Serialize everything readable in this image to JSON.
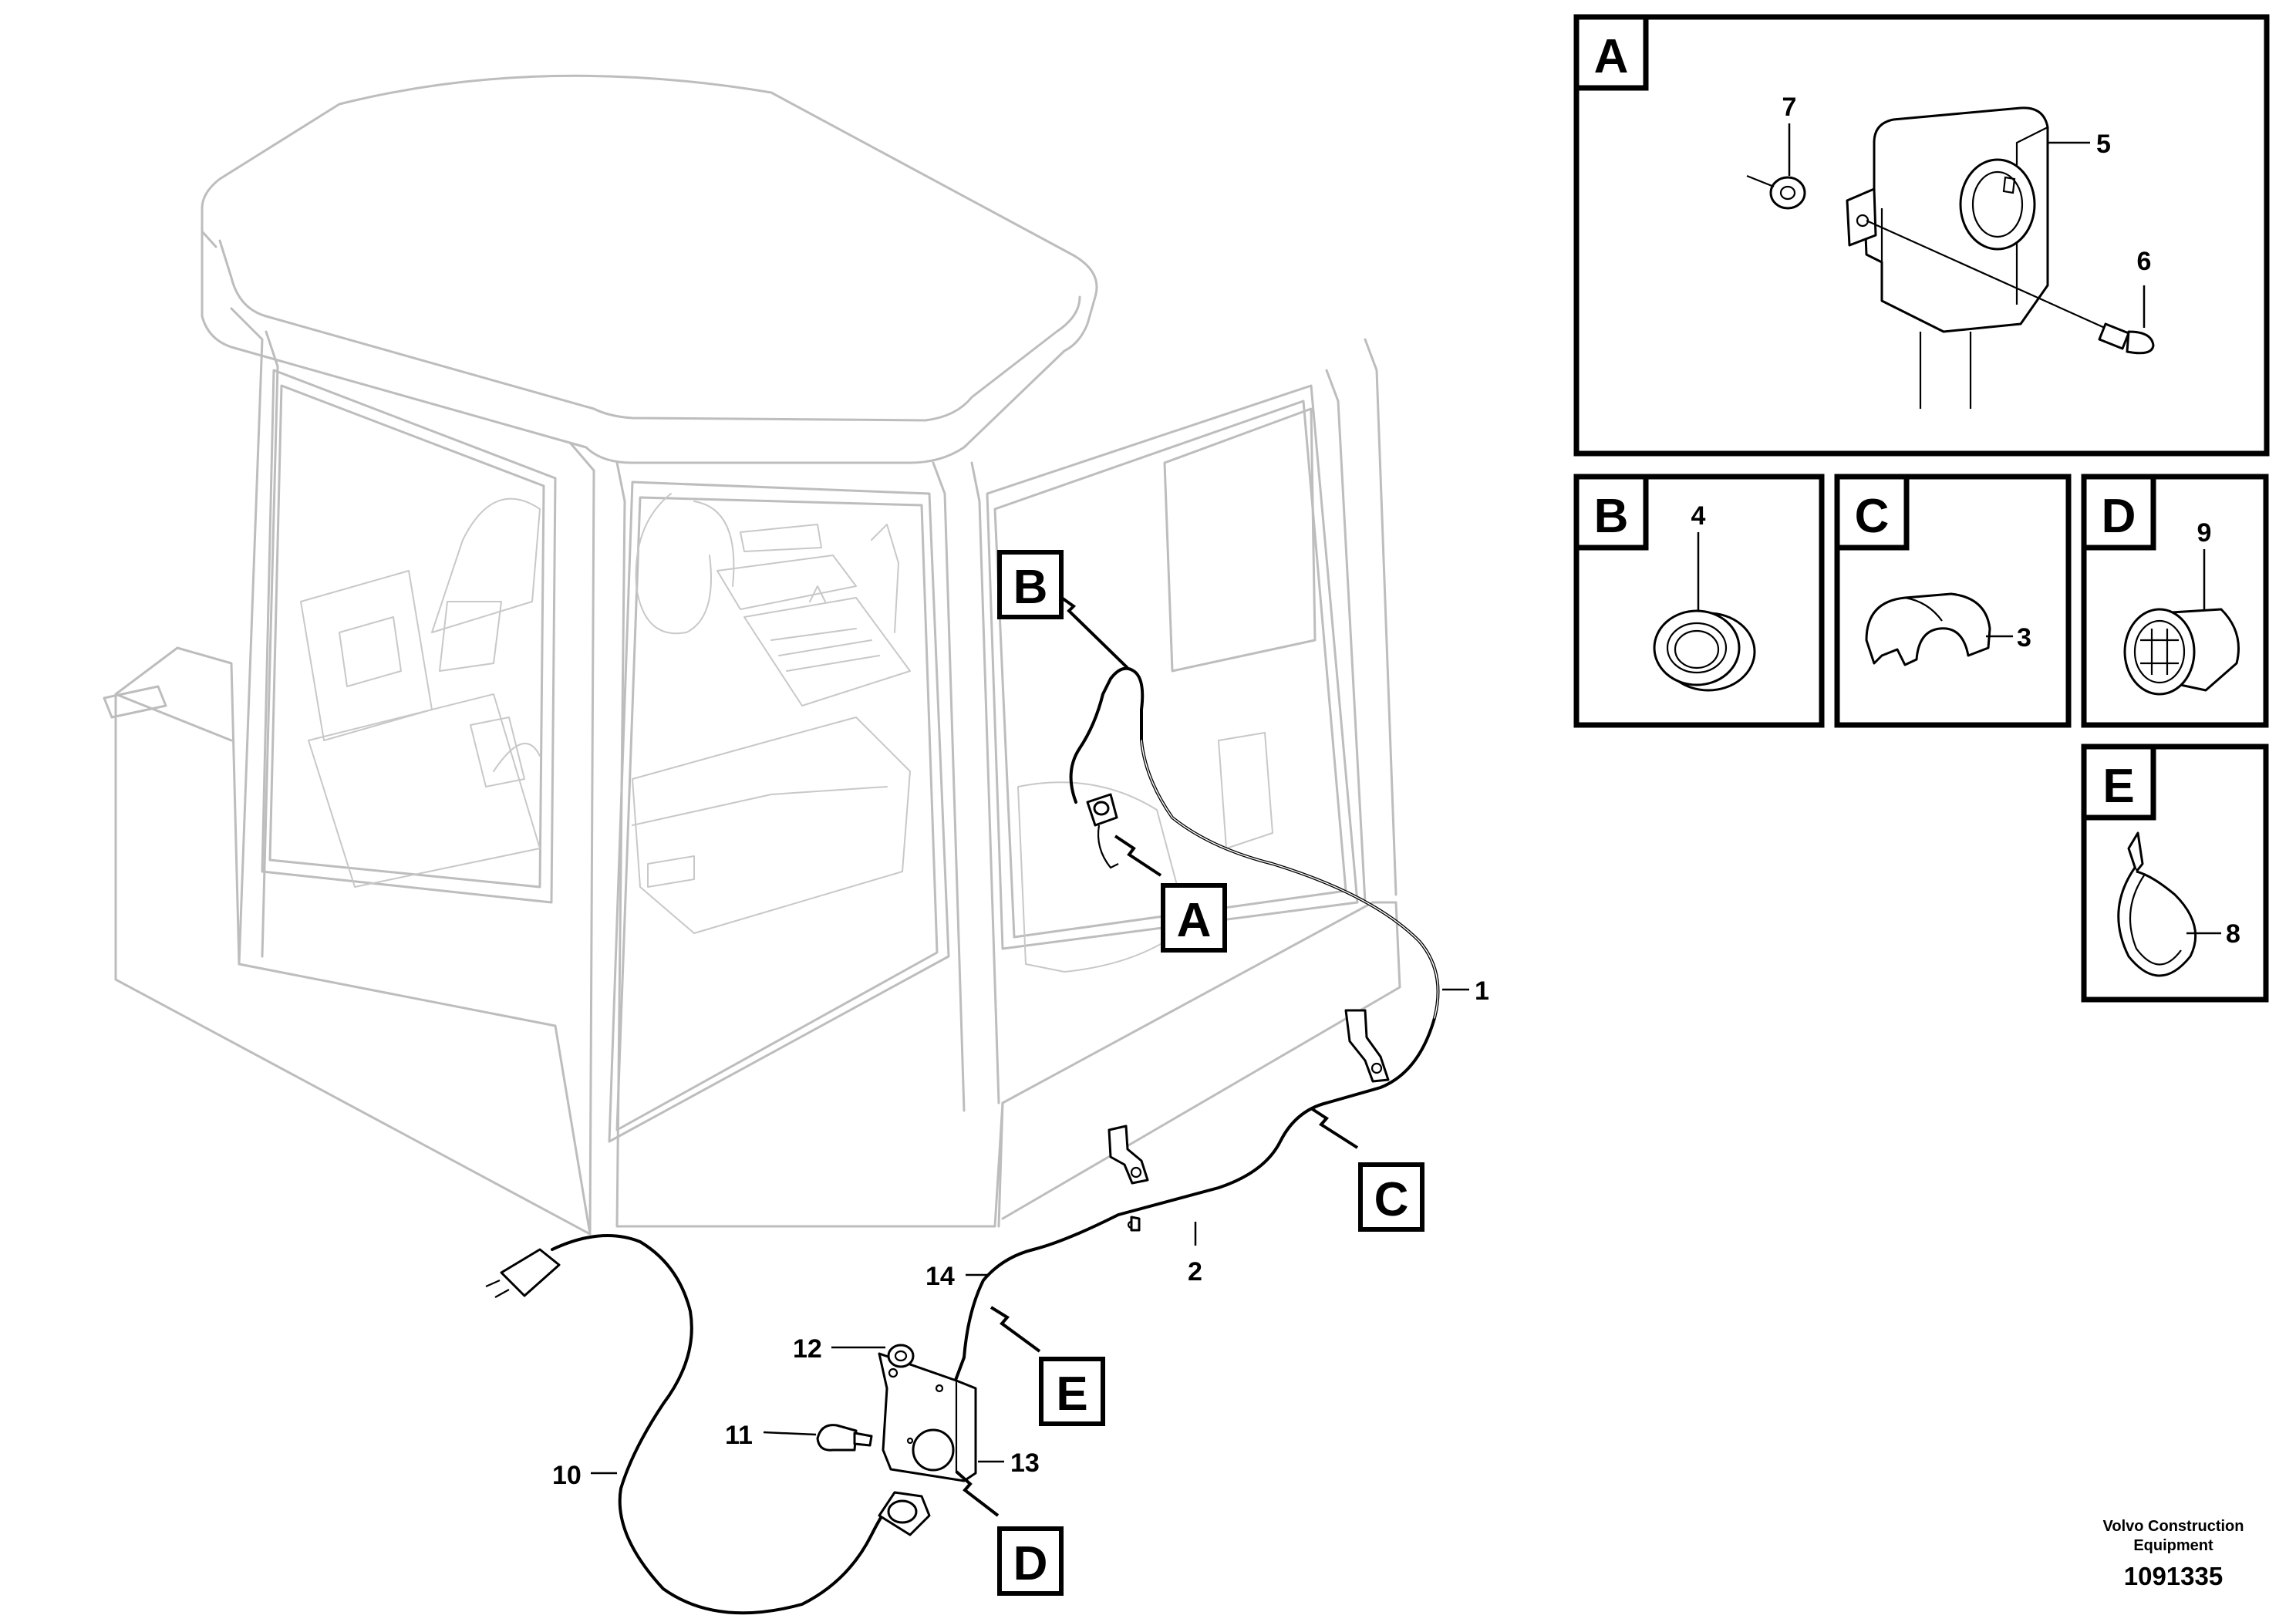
{
  "callouts": {
    "c1": "1",
    "c2": "2",
    "c3": "3",
    "c4": "4",
    "c5": "5",
    "c6": "6",
    "c7": "7",
    "c8": "8",
    "c9": "9",
    "c10": "10",
    "c11": "11",
    "c12": "12",
    "c13": "13",
    "c14": "14"
  },
  "view_tags": {
    "A": "A",
    "B": "B",
    "C": "C",
    "D": "D",
    "E": "E"
  },
  "detail_panels": [
    {
      "letter": "A",
      "callouts": [
        "5",
        "6",
        "7"
      ]
    },
    {
      "letter": "B",
      "callouts": [
        "4"
      ]
    },
    {
      "letter": "C",
      "callouts": [
        "3"
      ]
    },
    {
      "letter": "D",
      "callouts": [
        "9"
      ]
    },
    {
      "letter": "E",
      "callouts": [
        "8"
      ]
    }
  ],
  "credit": {
    "line1": "Volvo Construction",
    "line2": "Equipment",
    "part_number": "1091335"
  },
  "colors": {
    "ink": "#000000",
    "cab_outline": "#bdbdbd",
    "background": "#ffffff"
  }
}
